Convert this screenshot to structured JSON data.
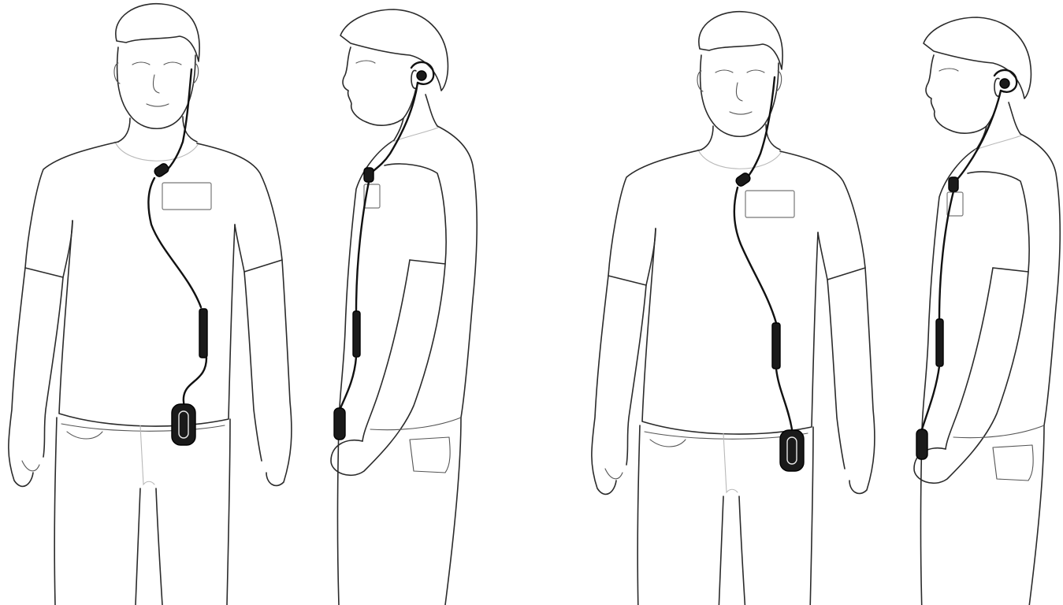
{
  "colors": {
    "background": "#ffffff",
    "line_art": "#2b2b2b",
    "device": "#1a1a1a"
  },
  "figures": [
    {
      "id": "front-1",
      "view": "front",
      "device_position": "belt-center"
    },
    {
      "id": "side-1",
      "view": "side",
      "earpiece": "ear-loop",
      "device_position": "hip"
    },
    {
      "id": "front-2",
      "view": "front",
      "device_position": "belt-right"
    },
    {
      "id": "side-2",
      "view": "side",
      "earpiece": "ear-loop",
      "device_position": "hip"
    }
  ]
}
